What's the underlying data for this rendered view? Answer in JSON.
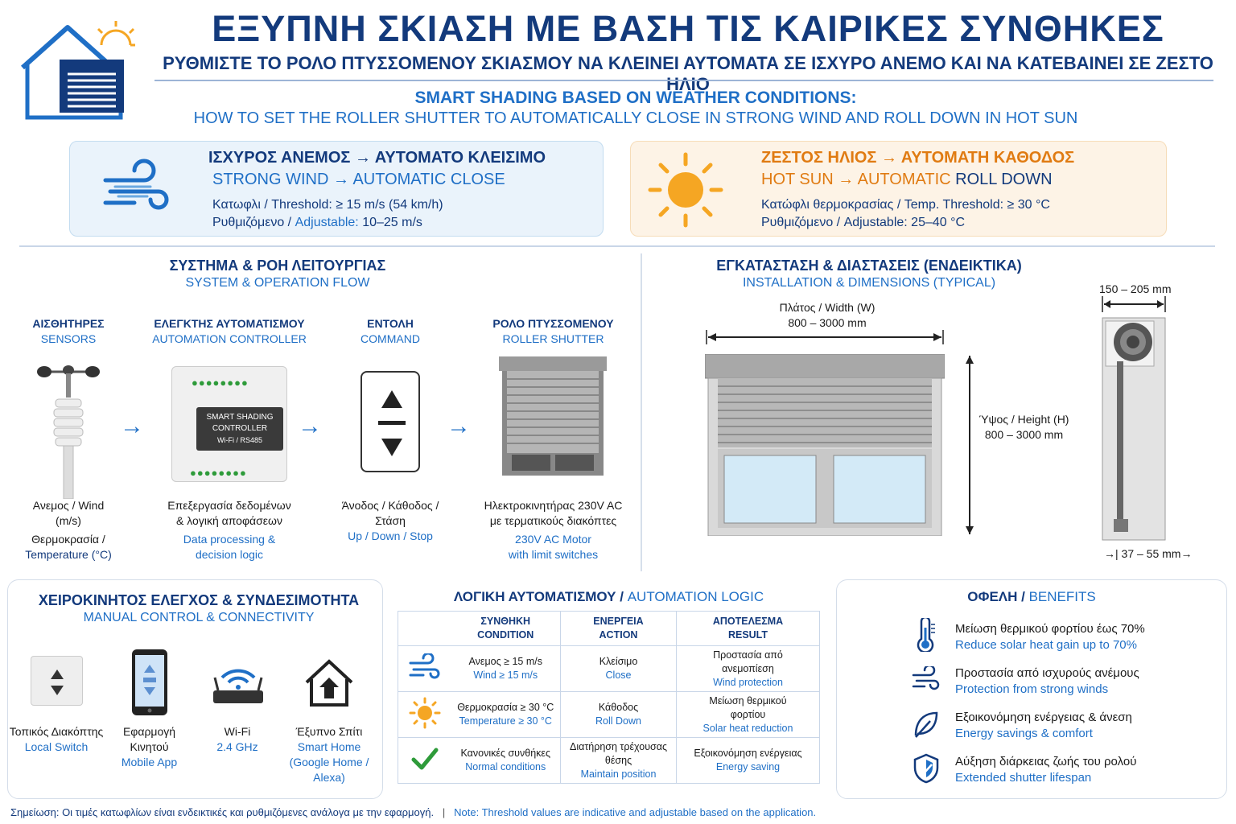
{
  "header": {
    "title_el": "ΕΞΥΠΝΗ ΣΚΙΑΣΗ ΜΕ ΒΑΣΗ ΤΙΣ ΚΑΙΡΙΚΕΣ ΣΥΝΘΗΚΕΣ",
    "subtitle_el": "ΡΥΘΜΙΣΤΕ ΤΟ ΡΟΛΟ ΠΤΥΣΣΟΜΕΝΟΥ ΣΚΙΑΣΜΟΥ ΝΑ ΚΛΕΙΝΕΙ ΑΥΤΟΜΑΤΑ ΣΕ ΙΣΧΥΡΟ ΑΝΕΜΟ ΚΑΙ ΝΑ ΚΑΤΕΒΑΙΝΕΙ ΣΕ ΖΕΣΤΟ ΗΛΙΟ",
    "title_en": "SMART SHADING BASED ON WEATHER CONDITIONS:",
    "subtitle_en": "HOW TO SET THE ROLLER SHUTTER TO AUTOMATICALLY CLOSE IN STRONG WIND AND ROLL DOWN IN HOT SUN"
  },
  "wind": {
    "h_el": "ΙΣΧΥΡΟΣ ΑΝΕΜΟΣ → ΑΥΤΟΜΑΤΟ ΚΛΕΙΣΙΜΟ",
    "h_en": "STRONG WIND → AUTOMATIC CLOSE",
    "threshold": "Κατωφλι / Threshold: ≥ 15 m/s (54 km/h)",
    "adj_el": "Ρυθμιζόμενο /",
    "adj_en": "Adjustable:",
    "adj_val": "10–25 m/s"
  },
  "sun": {
    "h_el": "ΖΕΣΤΟΣ ΗΛΙΟΣ → ΑΥΤΟΜΑΤΗ ΚΑΘΟΔΟΣ",
    "h_en_a": "HOT SUN → AUTOMATIC",
    "h_en_b": "ROLL DOWN",
    "threshold": "Κατώφλι θερμοκρασίας / Temp. Threshold: ≥ 30 °C",
    "adjust": "Ρυθμιζόμενο / Adjustable: 25–40 °C"
  },
  "flow": {
    "title_el": "ΣΥΣΤΗΜΑ & ΡΟΗ ΛΕΙΤΟΥΡΓΙΑΣ",
    "title_en": "SYSTEM & OPERATION FLOW",
    "sensors_el": "ΑΙΣΘΗΤΗΡΕΣ",
    "sensors_en": "SENSORS",
    "controller_el": "ΕΛΕΓΚΤΗΣ ΑΥΤΟΜΑΤΙΣΜΟΥ",
    "controller_en": "AUTOMATION CONTROLLER",
    "command_el": "ΕΝΤΟΛΗ",
    "command_en": "COMMAND",
    "shutter_el": "ΡΟΛΟ ΠΤΥΣΣΟΜΕΝΟΥ",
    "shutter_en": "ROLLER SHUTTER",
    "ctrl_line1": "SMART SHADING",
    "ctrl_line2": "CONTROLLER",
    "ctrl_line3": "Wi-Fi / RS485",
    "s_d1": "Ανεμος / Wind",
    "s_d2": "(m/s)",
    "s_d3": "Θερμοκρασία /",
    "s_d4": "Temperature (°C)",
    "c_d1": "Επεξεργασία δεδομένων",
    "c_d2": "& λογική αποφάσεων",
    "c_d3": "Data processing &",
    "c_d4": "decision logic",
    "m_d1": "Άνοδος / Κάθοδος / Στάση",
    "m_d2": "Up / Down / Stop",
    "r_d1": "Ηλεκτροκινητήρας 230V AC",
    "r_d2": "με τερματικούς διακόπτες",
    "r_d3": "230V AC Motor",
    "r_d4": "with limit switches"
  },
  "install": {
    "title_el": "ΕΓΚΑΤΑΣΤΑΣΗ & ΔΙΑΣΤΑΣΕΙΣ (ΕΝΔΕΙΚΤΙΚΑ)",
    "title_en": "INSTALLATION & DIMENSIONS (TYPICAL)",
    "width_lbl": "Πλάτος / Width (W)",
    "width_val": "800 – 3000 mm",
    "height_lbl": "Ύψος / Height (H)",
    "height_val": "800 – 3000 mm",
    "box_val": "150 – 205 mm",
    "rail_val": "37 – 55 mm"
  },
  "manual": {
    "title_el": "ΧΕΙΡΟΚΙΝΗΤΟΣ ΕΛΕΓΧΟΣ & ΣΥΝΔΕΣΙΜΟΤΗΤΑ",
    "title_en": "MANUAL CONTROL & CONNECTIVITY",
    "items": [
      {
        "el": "Τοπικός Διακόπτης",
        "en": "Local Switch"
      },
      {
        "el": "Εφαρμογή Κινητού",
        "en": "Mobile App"
      },
      {
        "el": "Wi-Fi",
        "en": "2.4 GHz"
      },
      {
        "el": "Έξυπνο Σπίτι",
        "en": "Smart Home",
        "en2": "(Google Home /",
        "en3": "Alexa)"
      }
    ]
  },
  "logic": {
    "title_el": "ΛΟΓΙΚΗ ΑΥΤΟΜΑΤΙΣΜΟΥ /",
    "title_en": "AUTOMATION LOGIC",
    "headers": [
      {
        "el": "ΣΥΝΘΗΚΗ",
        "en": "CONDITION"
      },
      {
        "el": "ΕΝΕΡΓΕΙΑ",
        "en": "ACTION"
      },
      {
        "el": "ΑΠΟΤΕΛΕΣΜΑ",
        "en": "RESULT"
      }
    ],
    "rows": [
      {
        "c_el": "Ανεμος ≥ 15 m/s",
        "c_en": "Wind ≥ 15 m/s",
        "a_el": "Κλείσιμο",
        "a_en": "Close",
        "r_el": "Προστασία από ανεμοπίεση",
        "r_en": "Wind protection"
      },
      {
        "c_el": "Θερμοκρασία ≥ 30 °C",
        "c_en": "Temperature ≥ 30 °C",
        "a_el": "Κάθοδος",
        "a_en": "Roll Down",
        "r_el": "Μείωση θερμικού φορτίου",
        "r_en": "Solar heat reduction"
      },
      {
        "c_el": "Κανονικές συνθήκες",
        "c_en": "Normal conditions",
        "a_el": "Διατήρηση τρέχουσας θέσης",
        "a_en": "Maintain position",
        "r_el": "Εξοικονόμηση ενέργειας",
        "r_en": "Energy saving"
      }
    ]
  },
  "benefits": {
    "title_el": "ΟΦΕΛΗ /",
    "title_en": "BENEFITS",
    "items": [
      {
        "el": "Μείωση θερμικού φορτίου έως 70%",
        "en": "Reduce solar heat gain up to 70%"
      },
      {
        "el": "Προστασία από ισχυρούς ανέμους",
        "en": "Protection from strong winds"
      },
      {
        "el": "Εξοικονόμηση ενέργειας & άνεση",
        "en": "Energy savings & comfort"
      },
      {
        "el": "Αύξηση διάρκειας ζωής του ρολού",
        "en": "Extended shutter lifespan"
      }
    ]
  },
  "note": {
    "el": "Σημείωση: Οι τιμές κατωφλίων είναι ενδεικτικές και ρυθμιζόμενες ανάλογα με την εφαρμογή.",
    "sep": "|",
    "en": "Note: Threshold values are indicative and adjustable based on the application."
  },
  "colors": {
    "navy": "#133a7c",
    "blue": "#1f6fc6",
    "orange": "#e07b12",
    "sun": "#f5a623",
    "green": "#2e9b3a"
  }
}
